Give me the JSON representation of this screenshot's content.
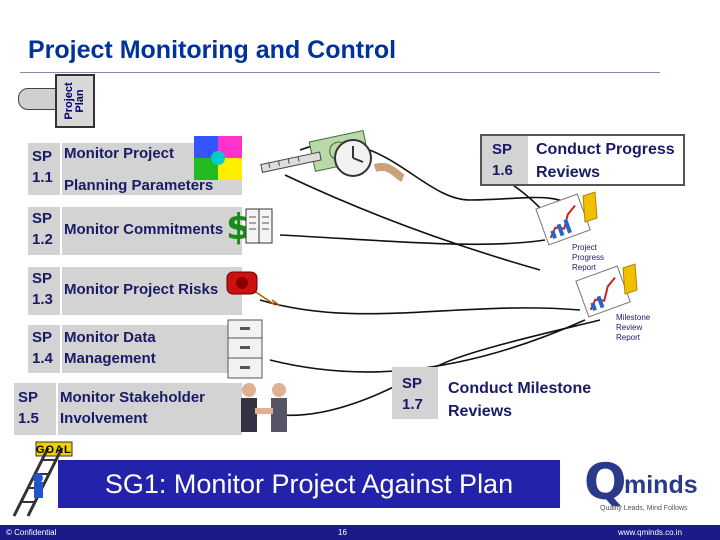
{
  "header": {
    "title": "Project Monitoring and Control"
  },
  "clipboard": {
    "label_line1": "Project",
    "label_line2": "Plan"
  },
  "practices": [
    {
      "code_line1": "SP",
      "code_line2": "1.1",
      "label_line1": "Monitor Project",
      "label_line2": "Planning Parameters",
      "icon": "puzzle-icon"
    },
    {
      "code_line1": "SP",
      "code_line2": "1.2",
      "label_line1": "Monitor Commitments",
      "label_line2": "",
      "icon": "money-book-icon"
    },
    {
      "code_line1": "SP",
      "code_line2": "1.3",
      "label_line1": "Monitor Project Risks",
      "label_line2": "",
      "icon": "fire-alarm-icon"
    },
    {
      "code_line1": "SP",
      "code_line2": "1.4",
      "label_line1": "Monitor Data",
      "label_line2": "Management",
      "icon": "file-cabinet-icon"
    },
    {
      "code_line1": "SP",
      "code_line2": "1.5",
      "label_line1": "Monitor Stakeholder",
      "label_line2": "Involvement",
      "icon": "handshake-icon"
    }
  ],
  "conduct_progress": {
    "code_line1": "SP",
    "code_line2": "1.6",
    "label_line1": "Conduct Progress",
    "label_line2": "Reviews"
  },
  "conduct_milestone": {
    "code_line1": "SP",
    "code_line2": "1.7",
    "label_line1": "Conduct Milestone",
    "label_line2": "Reviews"
  },
  "reports": {
    "progress": {
      "line1": "Project",
      "line2": "Progress",
      "line3": "Report",
      "icon": "chart-report-icon"
    },
    "milestone": {
      "line1": "Milestone",
      "line2": "Review",
      "line3": "Report",
      "icon": "chart-report-icon"
    }
  },
  "goal": {
    "flag": "GOAL",
    "text": "SG1: Monitor Project Against Plan",
    "icon": "ladder-climber-icon"
  },
  "logo": {
    "mark": "Q",
    "name": "minds",
    "tagline": "Quality Leads, Mind Follows"
  },
  "footer": {
    "left": "© Confidential",
    "page": "16",
    "right": "www.qminds.co.in"
  },
  "colors": {
    "title": "#003399",
    "banner": "#2222aa",
    "footer": "#1a1a8a",
    "box_fill": "#d3d3d3",
    "text_dark": "#1a1a66"
  },
  "icons": [
    "clock-icon",
    "dollar-bill-icon",
    "ruler-icon",
    "puzzle-icon",
    "money-book-icon",
    "fire-alarm-icon",
    "file-cabinet-icon",
    "handshake-icon",
    "chart-report-icon",
    "ladder-climber-icon"
  ]
}
